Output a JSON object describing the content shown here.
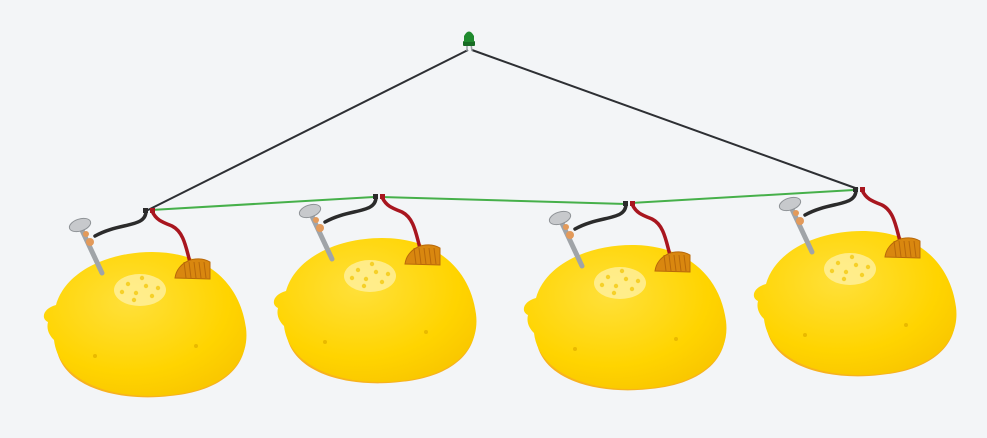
{
  "canvas": {
    "background": "#f3f5f7"
  },
  "colors": {
    "lemon_body": "#ffd400",
    "lemon_shadow": "#f7b21e",
    "lemon_highlight": "#fff1a8",
    "led_body": "#1f8a2e",
    "wire_black": "#2d2f33",
    "wire_green": "#46b04a",
    "wire_red": "#a8161f",
    "lead_black": "#2b2b2b",
    "copper": "#d9870f",
    "copper_dark": "#b8690a",
    "nail_metal": "#a0a4a8",
    "nail_head": "#c7c9cc",
    "coil": "#e39a5a"
  },
  "components": {
    "led": {
      "name": "led-icon",
      "color": "green"
    },
    "lemons": [
      {
        "name": "lemon-battery-1",
        "electrodes": [
          "zinc-nail",
          "copper-plate"
        ]
      },
      {
        "name": "lemon-battery-2",
        "electrodes": [
          "zinc-nail",
          "copper-plate"
        ]
      },
      {
        "name": "lemon-battery-3",
        "electrodes": [
          "zinc-nail",
          "copper-plate"
        ]
      },
      {
        "name": "lemon-battery-4",
        "electrodes": [
          "zinc-nail",
          "copper-plate"
        ]
      }
    ],
    "wires": [
      {
        "name": "wire-led-to-lemon-1",
        "color": "black"
      },
      {
        "name": "wire-led-to-lemon-4",
        "color": "black"
      },
      {
        "name": "wire-lemon-1-to-2",
        "color": "green"
      },
      {
        "name": "wire-lemon-2-to-3",
        "color": "green"
      },
      {
        "name": "wire-lemon-3-to-4",
        "color": "green"
      }
    ]
  }
}
